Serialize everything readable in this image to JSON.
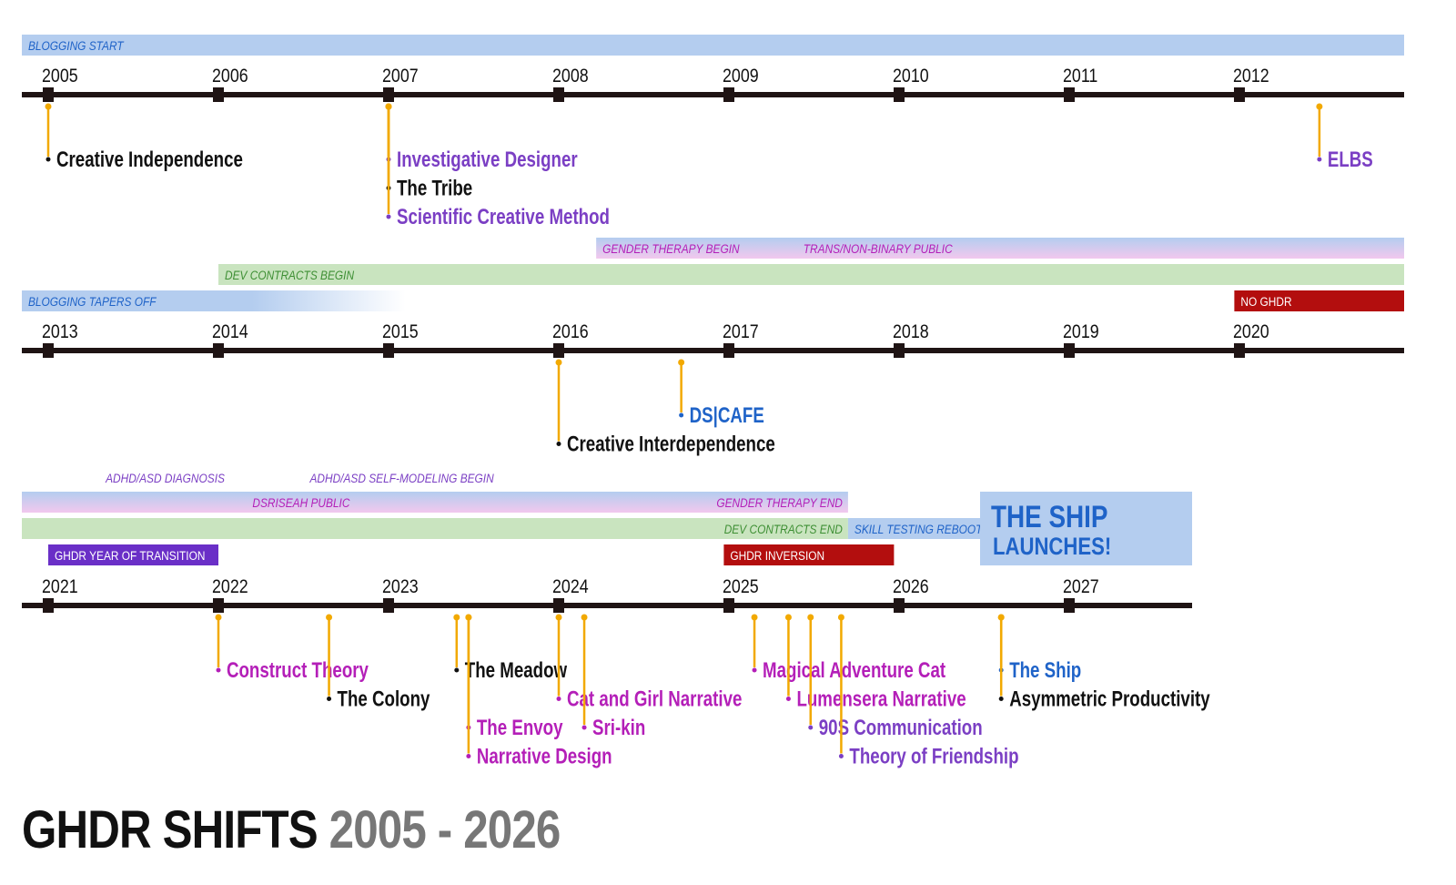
{
  "title": {
    "main": "GHDR SHIFTS",
    "range": "2005 - 2026"
  },
  "colors": {
    "axis": "#1f1414",
    "stem": "#f2a900",
    "black": "#111111",
    "purple": "#7b3fc4",
    "magenta": "#b41fb8",
    "blue": "#1f63c8",
    "band_blue": "#b4cdef",
    "band_green": "#c9e4bf",
    "band_pink": "#f2c8ee",
    "band_red": "#b30e0e",
    "band_violet": "#6a2fc7",
    "ship_box": "#b4cdef"
  },
  "rows": [
    {
      "years": [
        "2005",
        "2006",
        "2007",
        "2008",
        "2009",
        "2010",
        "2011",
        "2012"
      ],
      "start_year": 2005,
      "end_year": 2013,
      "bands": [
        {
          "label": "BLOGGING START",
          "from": 2005,
          "to": 2013,
          "lane": 0,
          "color": "band_blue",
          "text": "blue"
        }
      ],
      "events": [
        {
          "label": "Creative Independence",
          "at": 2005.0,
          "line": 0,
          "color": "black"
        },
        {
          "label": "Investigative Designer",
          "at": 2007.0,
          "line": 0,
          "color": "purple"
        },
        {
          "label": "The Tribe",
          "at": 2007.0,
          "line": 1,
          "color": "black"
        },
        {
          "label": "Scientific Creative Method",
          "at": 2007.0,
          "line": 2,
          "color": "purple"
        },
        {
          "label": "ELBS",
          "at": 2012.47,
          "line": 0,
          "color": "purple"
        }
      ]
    },
    {
      "years": [
        "2013",
        "2014",
        "2015",
        "2016",
        "2017",
        "2018",
        "2019",
        "2020"
      ],
      "start_year": 2013,
      "end_year": 2021,
      "bands": [
        {
          "label": "GENDER THERAPY BEGIN",
          "from": 2016.22,
          "to": 2021,
          "lane": 3,
          "color": "band_pink",
          "text": "magenta",
          "gradient": true
        },
        {
          "label": "TRANS/NON-BINARY PUBLIC",
          "from": 2017.4,
          "to": 2021,
          "lane": 3,
          "color": "none",
          "text": "magenta",
          "label_only": true
        },
        {
          "label": "DEV CONTRACTS BEGIN",
          "from": 2014.0,
          "to": 2021,
          "lane": 2,
          "color": "band_green",
          "text": "green"
        },
        {
          "label": "BLOGGING TAPERS OFF",
          "from": 2013,
          "to": 2015.1,
          "lane": 1,
          "color": "band_blue",
          "text": "blue",
          "fade": true
        },
        {
          "label": "NO GHDR",
          "from": 2019.97,
          "to": 2021,
          "lane": 1,
          "color": "band_red",
          "text": "white"
        }
      ],
      "events": [
        {
          "label": "DS|CAFE",
          "at": 2016.72,
          "line": 0,
          "color": "blue"
        },
        {
          "label": "Creative Interdependence",
          "at": 2016.0,
          "line": 1,
          "color": "black"
        }
      ]
    },
    {
      "years": [
        "2021",
        "2022",
        "2023",
        "2024",
        "2025",
        "2026",
        "2027"
      ],
      "start_year": 2021,
      "end_year": 2027.72,
      "bands": [
        {
          "label": "ADHD/ASD DIAGNOSIS",
          "from": 2021.3,
          "to": 2021.3,
          "lane": 4,
          "color": "none",
          "text": "purple",
          "label_only": true
        },
        {
          "label": "ADHD/ASD SELF-MODELING BEGIN",
          "from": 2022.5,
          "to": 2022.5,
          "lane": 4,
          "color": "none",
          "text": "purple",
          "label_only": true
        },
        {
          "label": "DSRISEAH PUBLIC",
          "from": 2021,
          "to": 2025.7,
          "lane": 3,
          "color": "band_pink",
          "text": "magenta",
          "gradient": true,
          "label_at": 2022.2
        },
        {
          "label": "GENDER THERAPY END",
          "from": 2021,
          "to": 2025.7,
          "lane": 3,
          "color": "none",
          "text": "magenta",
          "label_only": true,
          "label_right": true
        },
        {
          "label": "DEV CONTRACTS END",
          "from": 2021,
          "to": 2025.7,
          "lane": 2,
          "color": "band_green",
          "text": "green",
          "label_right": true
        },
        {
          "label": "SKILL TESTING REBOOT",
          "from": 2025.7,
          "to": 2026.5,
          "lane": 2,
          "color": "band_blue",
          "text": "blue"
        },
        {
          "label": "GHDR YEAR OF TRANSITION",
          "from": 2021.0,
          "to": 2022.0,
          "lane": 1,
          "color": "band_violet",
          "text": "white"
        },
        {
          "label": "GHDR INVERSION",
          "from": 2024.97,
          "to": 2025.97,
          "lane": 1,
          "color": "band_red",
          "text": "white"
        }
      ],
      "ship": {
        "line1": "THE SHIP",
        "line2": "LAUNCHES!"
      },
      "events": [
        {
          "label": "Construct Theory",
          "at": 2022.0,
          "line": 0,
          "color": "magenta"
        },
        {
          "label": "The Colony",
          "at": 2022.65,
          "line": 1,
          "color": "black"
        },
        {
          "label": "The Meadow",
          "at": 2023.4,
          "line": 0,
          "color": "black"
        },
        {
          "label": "The Envoy",
          "at": 2023.47,
          "line": 2,
          "color": "magenta"
        },
        {
          "label": "Narrative Design",
          "at": 2023.47,
          "line": 3,
          "color": "magenta"
        },
        {
          "label": "Cat and Girl Narrative",
          "at": 2024.0,
          "line": 1,
          "color": "magenta"
        },
        {
          "label": "Sri-kin",
          "at": 2024.15,
          "line": 2,
          "color": "magenta"
        },
        {
          "label": "Magical Adventure Cat",
          "at": 2025.15,
          "line": 0,
          "color": "magenta"
        },
        {
          "label": "Lumensera Narrative",
          "at": 2025.35,
          "line": 1,
          "color": "magenta"
        },
        {
          "label": "90S Communication",
          "at": 2025.48,
          "line": 2,
          "color": "purple"
        },
        {
          "label": "Theory of Friendship",
          "at": 2025.66,
          "line": 3,
          "color": "purple"
        },
        {
          "label": "The Ship",
          "at": 2026.6,
          "line": 0,
          "color": "blue"
        },
        {
          "label": "Asymmetric Productivity",
          "at": 2026.6,
          "line": 1,
          "color": "black"
        }
      ]
    }
  ]
}
